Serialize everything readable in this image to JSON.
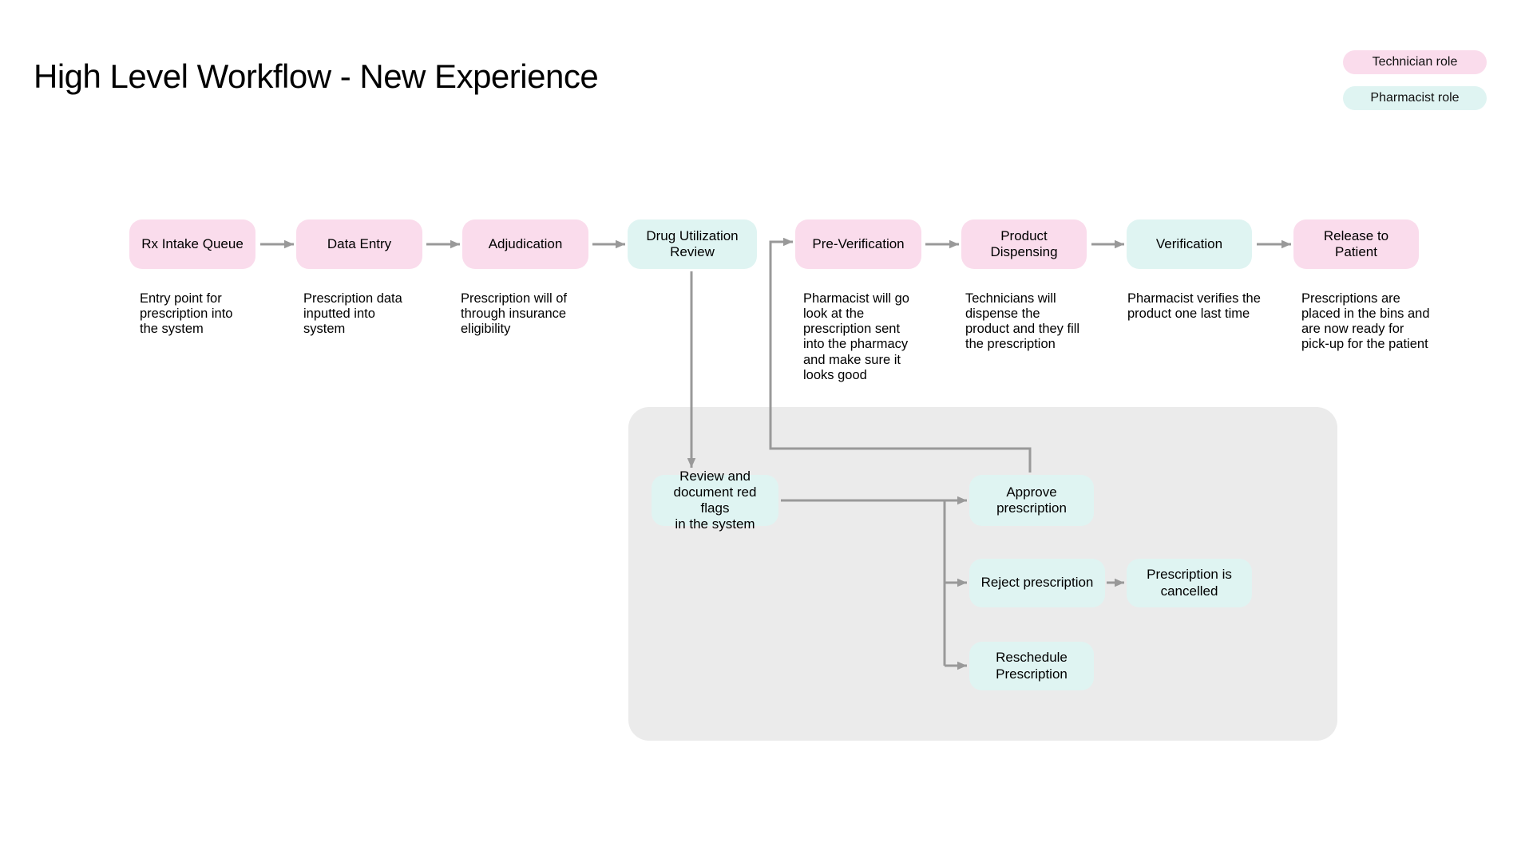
{
  "title": "High Level Workflow - New Experience",
  "legend": [
    {
      "label": "Technician role",
      "role": "technician"
    },
    {
      "label": "Pharmacist role",
      "role": "pharmacist"
    }
  ],
  "theme": {
    "technician_color": "#fadcec",
    "pharmacist_color": "#dff4f2",
    "panel_color": "#ebebeb",
    "arrow_color": "#999999",
    "text_color": "#000000"
  },
  "stages": [
    {
      "label": "Rx Intake Queue",
      "role": "technician",
      "description": "Entry point for\nprescription into\nthe system"
    },
    {
      "label": "Data Entry",
      "role": "technician",
      "description": "Prescription data\ninputted into\nsystem"
    },
    {
      "label": "Adjudication",
      "role": "technician",
      "description": "Prescription will of\nthrough insurance\neligibility"
    },
    {
      "label": "Drug Utilization\nReview",
      "role": "pharmacist",
      "description": ""
    },
    {
      "label": "Pre-Verification",
      "role": "technician",
      "description": "Pharmacist will go\nlook at the\nprescription sent\ninto the pharmacy\nand make sure it\nlooks good"
    },
    {
      "label": "Product\nDispensing",
      "role": "technician",
      "description": "Technicians will\ndispense the\nproduct and they fill\nthe prescription"
    },
    {
      "label": "Verification",
      "role": "pharmacist",
      "description": "Pharmacist verifies the\nproduct one last time"
    },
    {
      "label": "Release to\nPatient",
      "role": "technician",
      "description": "Prescriptions are\nplaced in the bins and\nare now ready for\npick-up for the patient"
    }
  ],
  "subprocess": {
    "review": "Review and\ndocument red flags\nin the system",
    "approve": "Approve\nprescription",
    "reject": "Reject prescription",
    "cancelled": "Prescription is\ncancelled",
    "reschedule": "Reschedule\nPrescription"
  }
}
